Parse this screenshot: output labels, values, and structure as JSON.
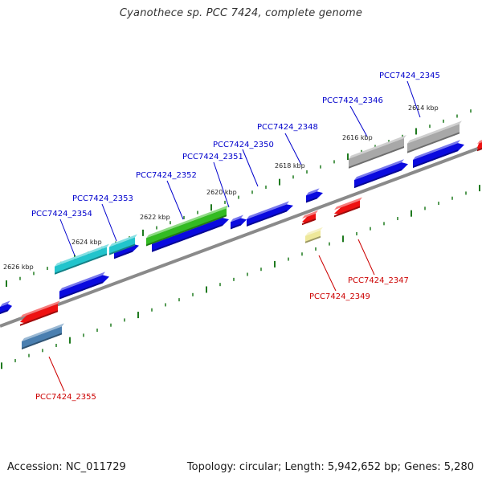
{
  "title": "Cyanothece sp. PCC 7424, complete genome",
  "footer": {
    "accession": "Accession: NC_011729",
    "summary": "Topology: circular; Length: 5,942,652 bp; Genes: 5,280"
  },
  "colors": {
    "backbone": "#8a8a8a",
    "tick": "#1f7a1f",
    "forward_label": "#0000cc",
    "reverse_label": "#cc0000",
    "blue": "#0a0adf",
    "red": "#ee1111",
    "green": "#33bb22",
    "cyan": "#22c4cc",
    "gray": "#a8a8a8",
    "steelblue": "#4a7fb0",
    "khaki": "#eee89a"
  },
  "kbp_labels": [
    "2626 kbp",
    "2624 kbp",
    "2622 kbp",
    "2620 kbp",
    "2618 kbp",
    "2616 kbp",
    "2614 kbp"
  ],
  "forward_labels": [
    "PCC7424_2354",
    "PCC7424_2353",
    "PCC7424_2352",
    "PCC7424_2351",
    "PCC7424_2350",
    "PCC7424_2348",
    "PCC7424_2346",
    "PCC7424_2345"
  ],
  "reverse_labels": [
    "PCC7424_2355",
    "PCC7424_2349",
    "PCC7424_2347"
  ]
}
